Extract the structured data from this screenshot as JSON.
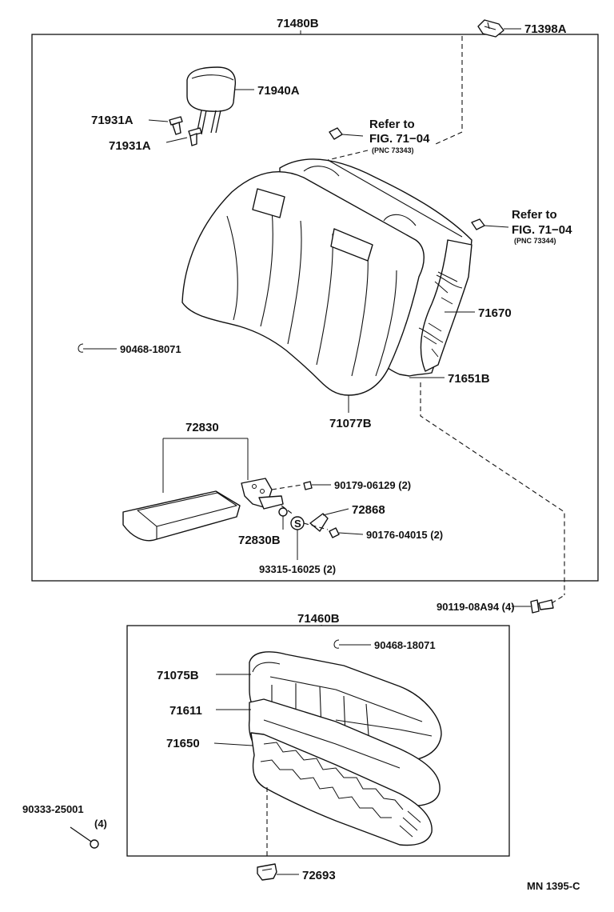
{
  "seatback_assembly": {
    "assembly_no": "71480B",
    "parts": {
      "hook": "71398A",
      "headrest": "71940A",
      "headrest_support_upper": "71931A",
      "headrest_support_lower": "71931A",
      "seatback_cover": "71077B",
      "seatback_pad": "71651B",
      "seatback_frame": "71670",
      "hog_ring": "90468-18071",
      "armrest_assy": "72830",
      "armrest_bracket": "72830B",
      "armrest_hinge": "72868",
      "screw_1": "90179-06129 (2)",
      "screw_2": "90176-04015 (2)",
      "spacer": "93315-16025 (2)"
    },
    "refers": [
      {
        "line1": "Refer to",
        "line2": "FIG. 71−04",
        "line3": "(PNC 73343)"
      },
      {
        "line1": "Refer to",
        "line2": "FIG. 71−04",
        "line3": "(PNC 73344)"
      }
    ],
    "spacer_symbol": "S"
  },
  "bolt_between": "90119-08A94 (4)",
  "cushion_assembly": {
    "assembly_no": "71460B",
    "parts": {
      "hog_ring": "90468-18071",
      "cushion_cover": "71075B",
      "cushion_pad": "71611",
      "cushion_frame": "71650"
    }
  },
  "lower_bolt": {
    "number": "90333-25001",
    "qty": "(4)"
  },
  "lower_clip": "72693",
  "figure_code": "MN 1395-C"
}
